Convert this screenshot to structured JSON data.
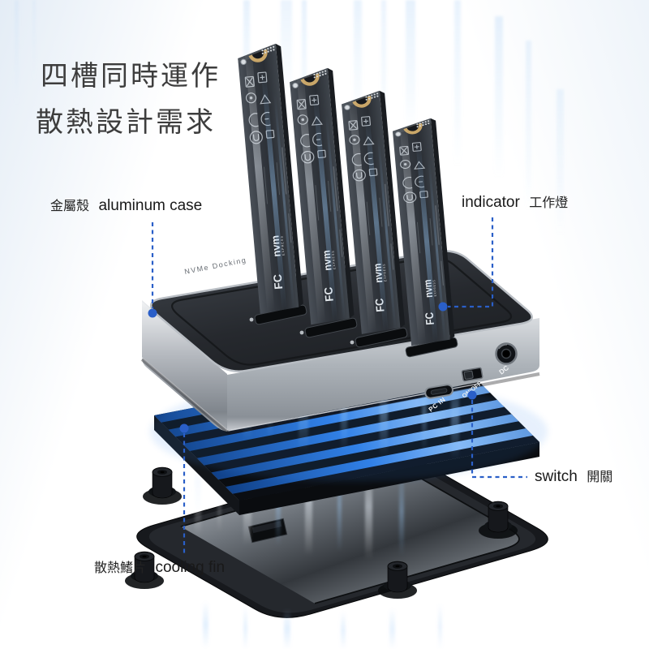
{
  "headline": {
    "line1": "四槽同時運作",
    "line2": "散熱設計需求"
  },
  "callouts": {
    "aluminum_case": {
      "zh": "金屬殼",
      "en": "aluminum case"
    },
    "indicator": {
      "en": "indicator",
      "zh": "工作燈"
    },
    "power_switch": {
      "en": "switch",
      "zh": "開關"
    },
    "cooling_fin": {
      "zh": "散熱鰭片",
      "en": "cooling fin"
    }
  },
  "device": {
    "ssd_count": 4,
    "dock_engraving": "NVMe Docking",
    "port_labels": {
      "usb_c": "PC IN",
      "power_switch": "ON/OFF",
      "dc_jack": "DC"
    },
    "ssd_markings": {
      "nvme_logo": "nvm",
      "nvme_logo_sub": "EXPRESS",
      "fcc_mark": "FC"
    }
  },
  "colors": {
    "background": "#ffffff",
    "leader_line": "#2a5fc8",
    "fin_glow_blue": "#3f8df0",
    "aluminum": "#b9bec4",
    "gold_notch": "#c9a668",
    "text_dark": "#2f2f2f"
  }
}
